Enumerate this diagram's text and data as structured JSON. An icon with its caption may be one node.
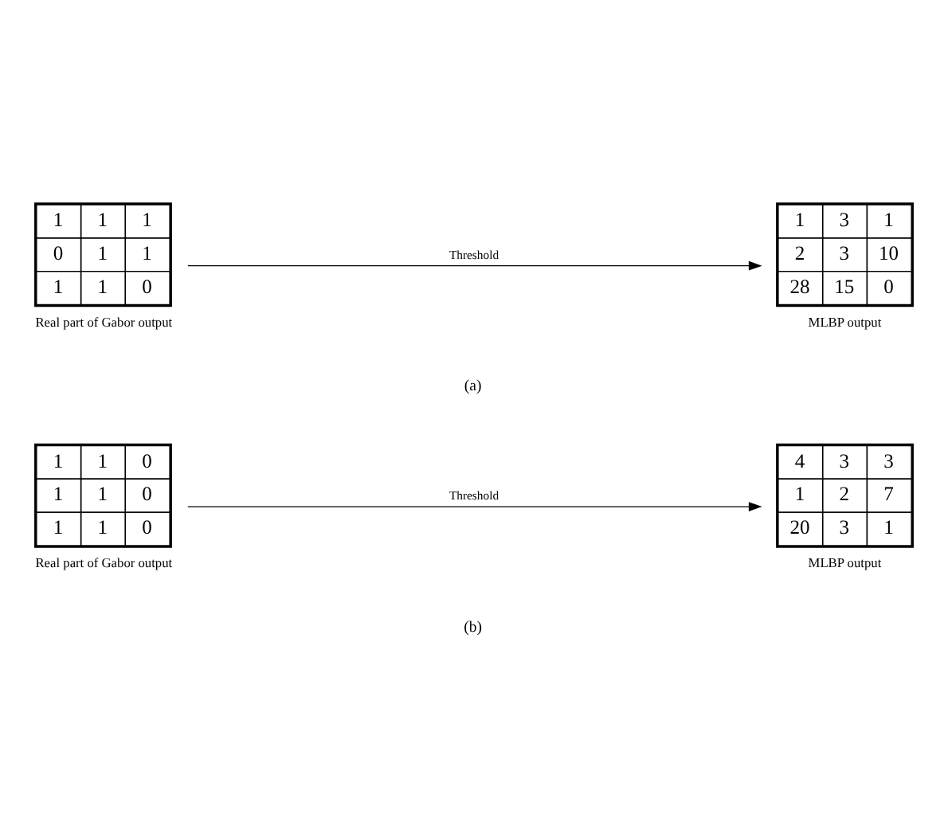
{
  "diagram": {
    "nodes": [
      {
        "text": [
          "1",
          "1",
          "1",
          "0",
          "1",
          "1",
          "1",
          "1",
          "0"
        ],
        "beside": [
          "Real part of Gabor output"
        ]
      },
      {
        "text": [
          "1",
          "3",
          "1",
          "2",
          "3",
          "10",
          "28",
          "15",
          "0"
        ],
        "beside": [
          "MLBP output"
        ]
      },
      {
        "text": [
          "1",
          "1",
          "0",
          "1",
          "1",
          "0",
          "1",
          "1",
          "0"
        ],
        "beside": [
          "Real part of Gabor output"
        ]
      },
      {
        "text": [
          "4",
          "3",
          "3",
          "1",
          "2",
          "7",
          "20",
          "3",
          "1"
        ],
        "beside": [
          "MLBP output"
        ]
      }
    ],
    "edges": [
      {
        "from": 0,
        "to": 1,
        "arrow": "to",
        "label": "Threshold"
      },
      {
        "from": 2,
        "to": 3,
        "arrow": "to",
        "label": "Threshold"
      }
    ],
    "labels": [
      "(a)",
      "(b)"
    ]
  }
}
